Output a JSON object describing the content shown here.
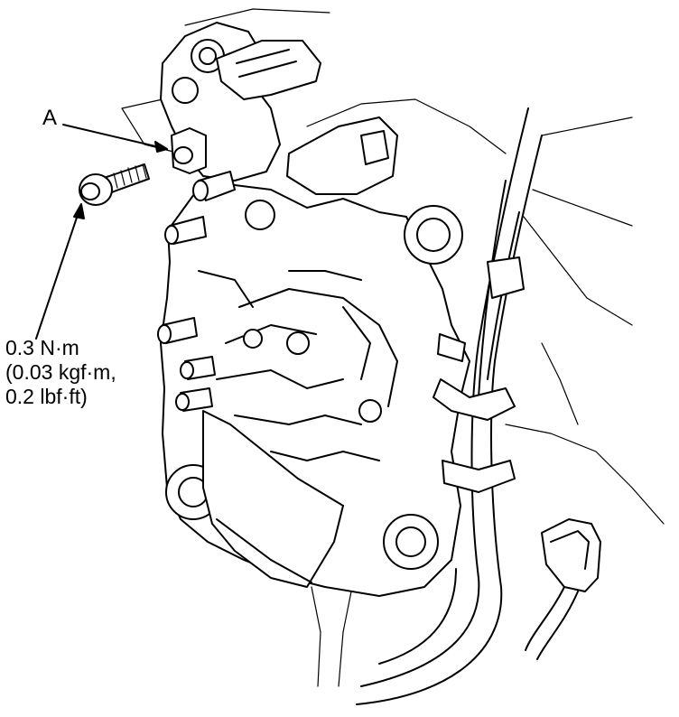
{
  "callout": {
    "letter": "A"
  },
  "torque": {
    "line1": "0.3 N·m",
    "line2": "(0.03 kgf·m,",
    "line3": "0.2 lbf·ft)"
  }
}
